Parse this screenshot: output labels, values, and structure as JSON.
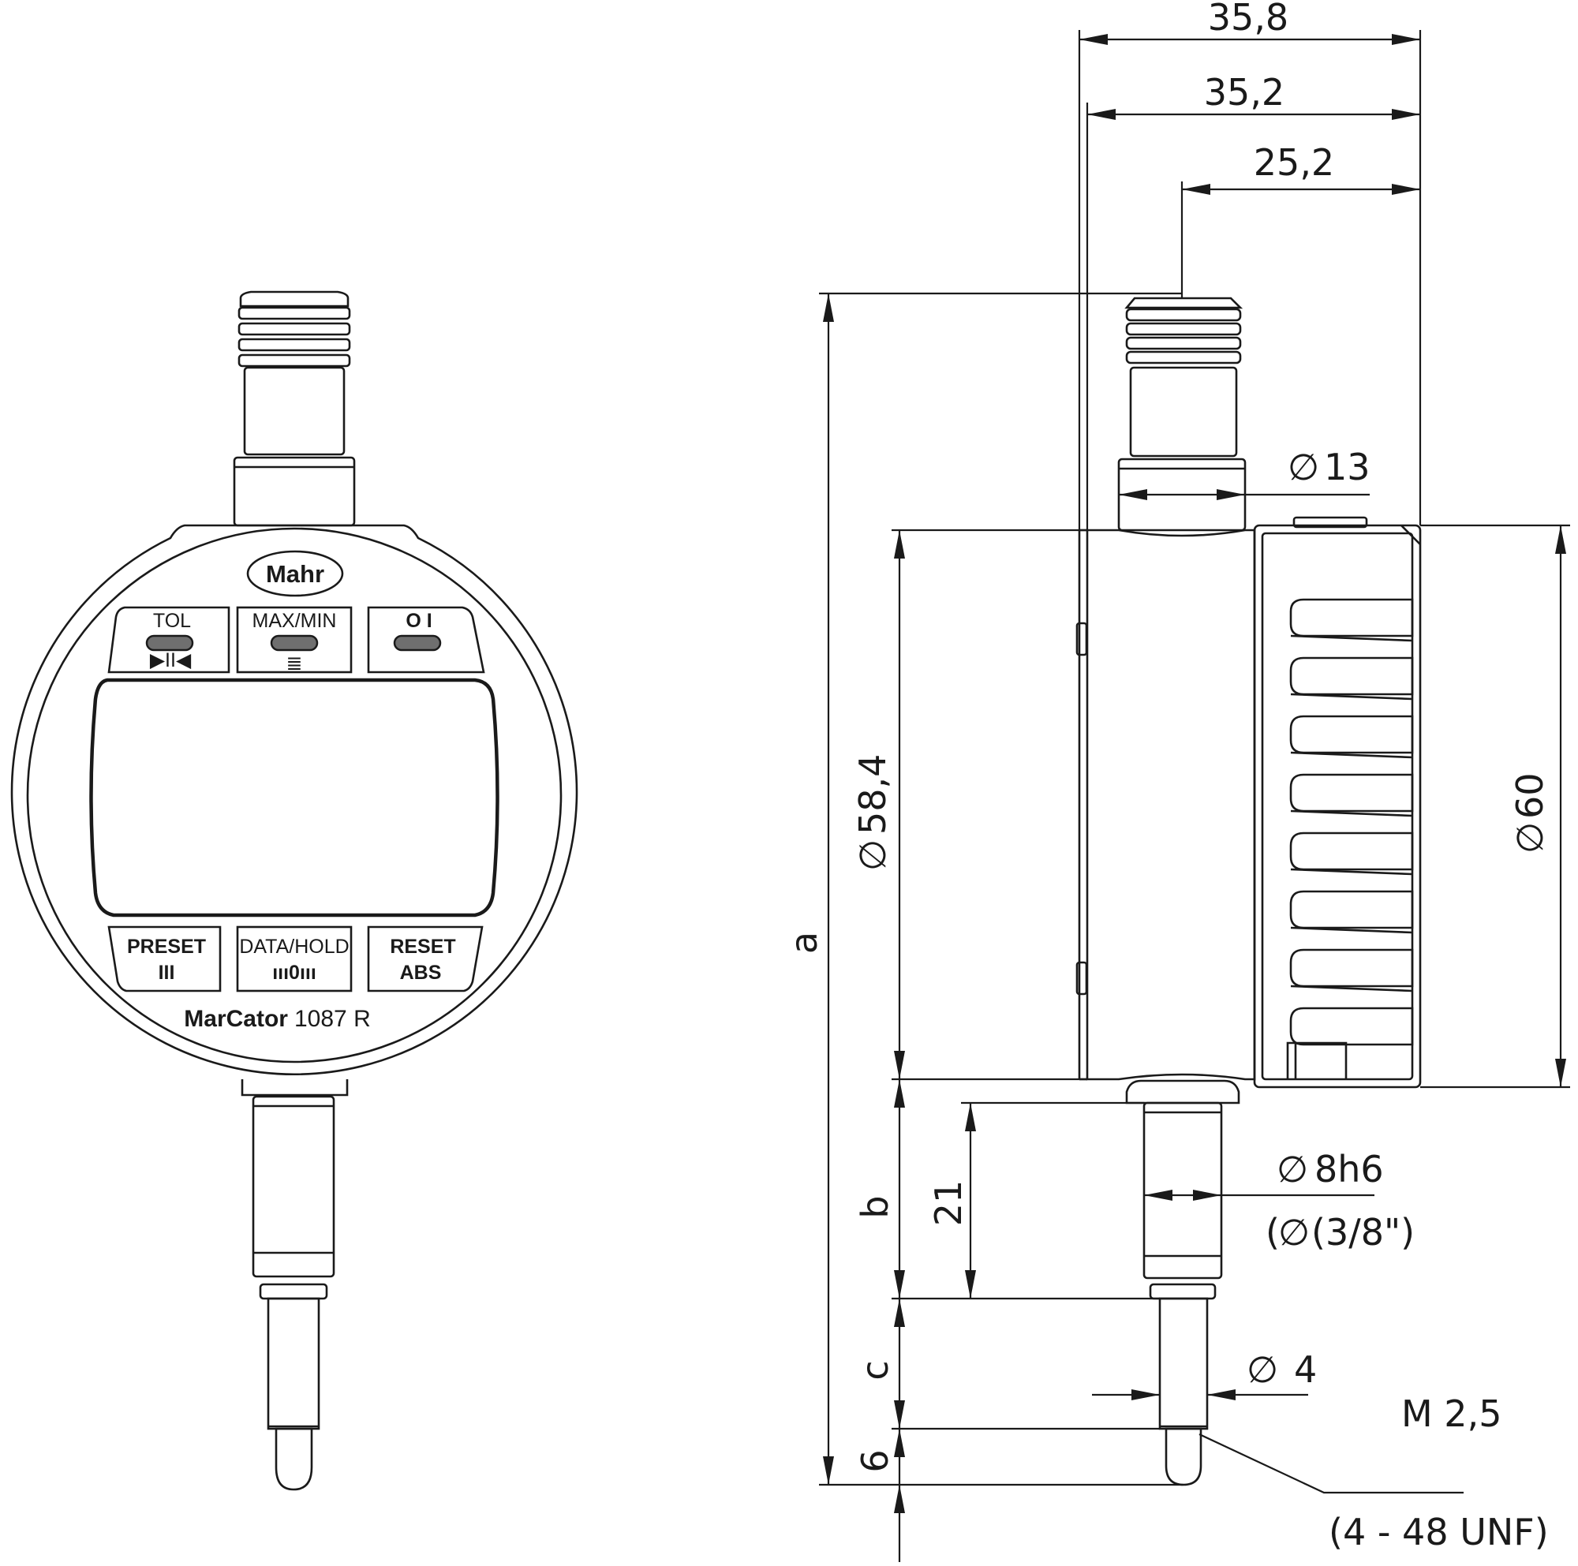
{
  "front_view": {
    "brand": "Mahr",
    "model_name": "MarCator",
    "model_number": "1087 R",
    "top_buttons": [
      {
        "label": "TOL",
        "symbol": "▶II◀"
      },
      {
        "label": "MAX/MIN",
        "symbol": "≣"
      },
      {
        "label": "O I",
        "symbol": ""
      }
    ],
    "bottom_buttons": [
      {
        "label": "PRESET",
        "symbol": "III"
      },
      {
        "label": "DATA/HOLD",
        "symbol": "ııı0ııı"
      },
      {
        "label": "RESET",
        "symbol": "ABS"
      }
    ]
  },
  "side_view": {
    "dimensions": {
      "width_total": "35,8",
      "width_body": "35,2",
      "width_stem": "25,2",
      "stem_diameter": "13",
      "body_diameter": "58,4",
      "bezel_diameter": "60",
      "spindle_diameter": "8h6",
      "spindle_diameter_inch": "(3/8\")",
      "spindle_length": "21",
      "tip_diameter": "4",
      "tip_length": "6",
      "height_a": "a",
      "height_b": "b",
      "height_c": "c",
      "thread": "M 2,5",
      "thread_inch": "(4 - 48 UNF)"
    },
    "diameter_symbol": "∅"
  }
}
